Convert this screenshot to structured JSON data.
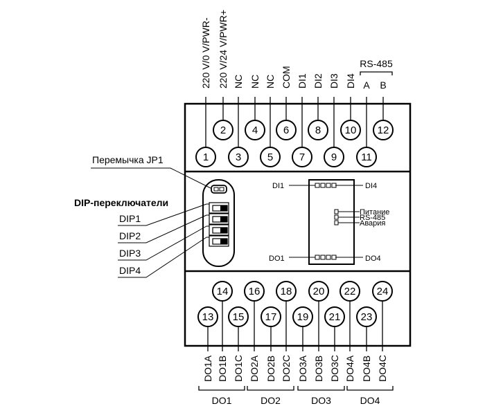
{
  "title": "Module terminal and indicator layout",
  "colors": {
    "line": "#000000",
    "background": "#ffffff"
  },
  "top_terminals": [
    {
      "num": "1",
      "label": "220 V/0 V/PWR-"
    },
    {
      "num": "2",
      "label": "220 V/24 V/PWR+"
    },
    {
      "num": "3",
      "label": "NC"
    },
    {
      "num": "4",
      "label": "NC"
    },
    {
      "num": "5",
      "label": "NC"
    },
    {
      "num": "6",
      "label": "COM"
    },
    {
      "num": "7",
      "label": "DI1"
    },
    {
      "num": "8",
      "label": "DI2"
    },
    {
      "num": "9",
      "label": "DI3"
    },
    {
      "num": "10",
      "label": "DI4"
    },
    {
      "num": "11",
      "label": "A"
    },
    {
      "num": "12",
      "label": "B"
    }
  ],
  "top_group": {
    "label": "RS-485"
  },
  "bottom_terminals": [
    {
      "num": "13",
      "label": "DO1A"
    },
    {
      "num": "14",
      "label": "DO1B"
    },
    {
      "num": "15",
      "label": "DO1C"
    },
    {
      "num": "16",
      "label": "DO2A"
    },
    {
      "num": "17",
      "label": "DO2B"
    },
    {
      "num": "18",
      "label": "DO2C"
    },
    {
      "num": "19",
      "label": "DO3A"
    },
    {
      "num": "20",
      "label": "DO3B"
    },
    {
      "num": "21",
      "label": "DO3C"
    },
    {
      "num": "22",
      "label": "DO4A"
    },
    {
      "num": "23",
      "label": "DO4B"
    },
    {
      "num": "24",
      "label": "DO4C"
    }
  ],
  "bottom_groups": [
    {
      "label": "DO1"
    },
    {
      "label": "DO2"
    },
    {
      "label": "DO3"
    },
    {
      "label": "DO4"
    }
  ],
  "callouts": {
    "jumper": "Перемычка JP1",
    "dip_heading": "DIP-переключатели",
    "dips": [
      "DIP1",
      "DIP2",
      "DIP3",
      "DIP4"
    ]
  },
  "indicators": {
    "di_first": "DI1",
    "di_last": "DI4",
    "do_first": "DO1",
    "do_last": "DO4",
    "status": [
      "Питание",
      "RS-485",
      "Авария"
    ]
  }
}
